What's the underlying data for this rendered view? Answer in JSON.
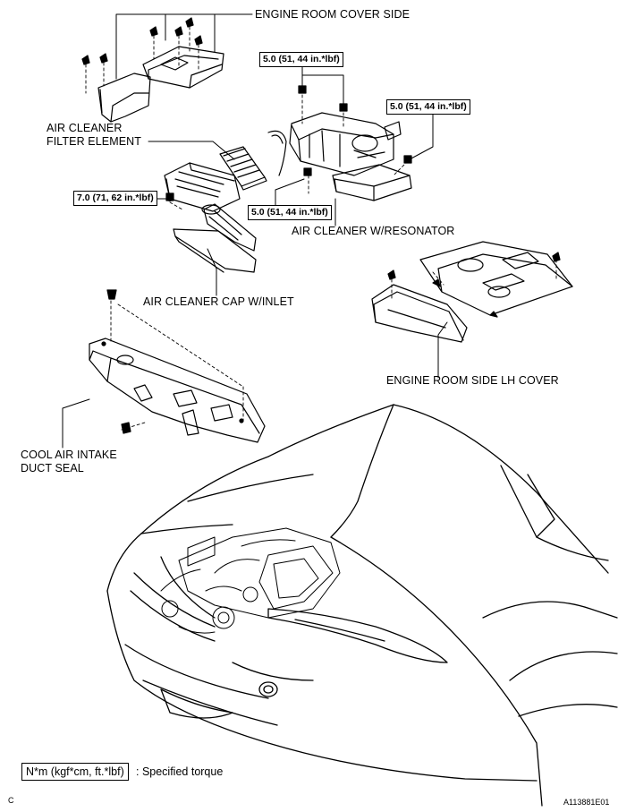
{
  "labels": {
    "engine_room_cover_side": "ENGINE ROOM COVER SIDE",
    "air_cleaner_filter_element_line1": "AIR CLEANER",
    "air_cleaner_filter_element_line2": "FILTER ELEMENT",
    "air_cleaner_resonator": "AIR CLEANER W/RESONATOR",
    "air_cleaner_cap_inlet": "AIR CLEANER CAP W/INLET",
    "engine_room_side_lh_cover": "ENGINE ROOM SIDE LH COVER",
    "cool_air_intake_line1": "COOL AIR INTAKE",
    "cool_air_intake_line2": "DUCT SEAL"
  },
  "torques": {
    "t1": "5.0 (51, 44 in.*lbf)",
    "t2": "5.0 (51, 44 in.*lbf)",
    "t3": "7.0 (71, 62 in.*lbf)",
    "t4": "5.0 (51, 44 in.*lbf)"
  },
  "legend": {
    "box": "N*m (kgf*cm, ft.*lbf)",
    "text": ": Specified torque"
  },
  "footer": {
    "left": "C",
    "right": "A113881E01"
  }
}
